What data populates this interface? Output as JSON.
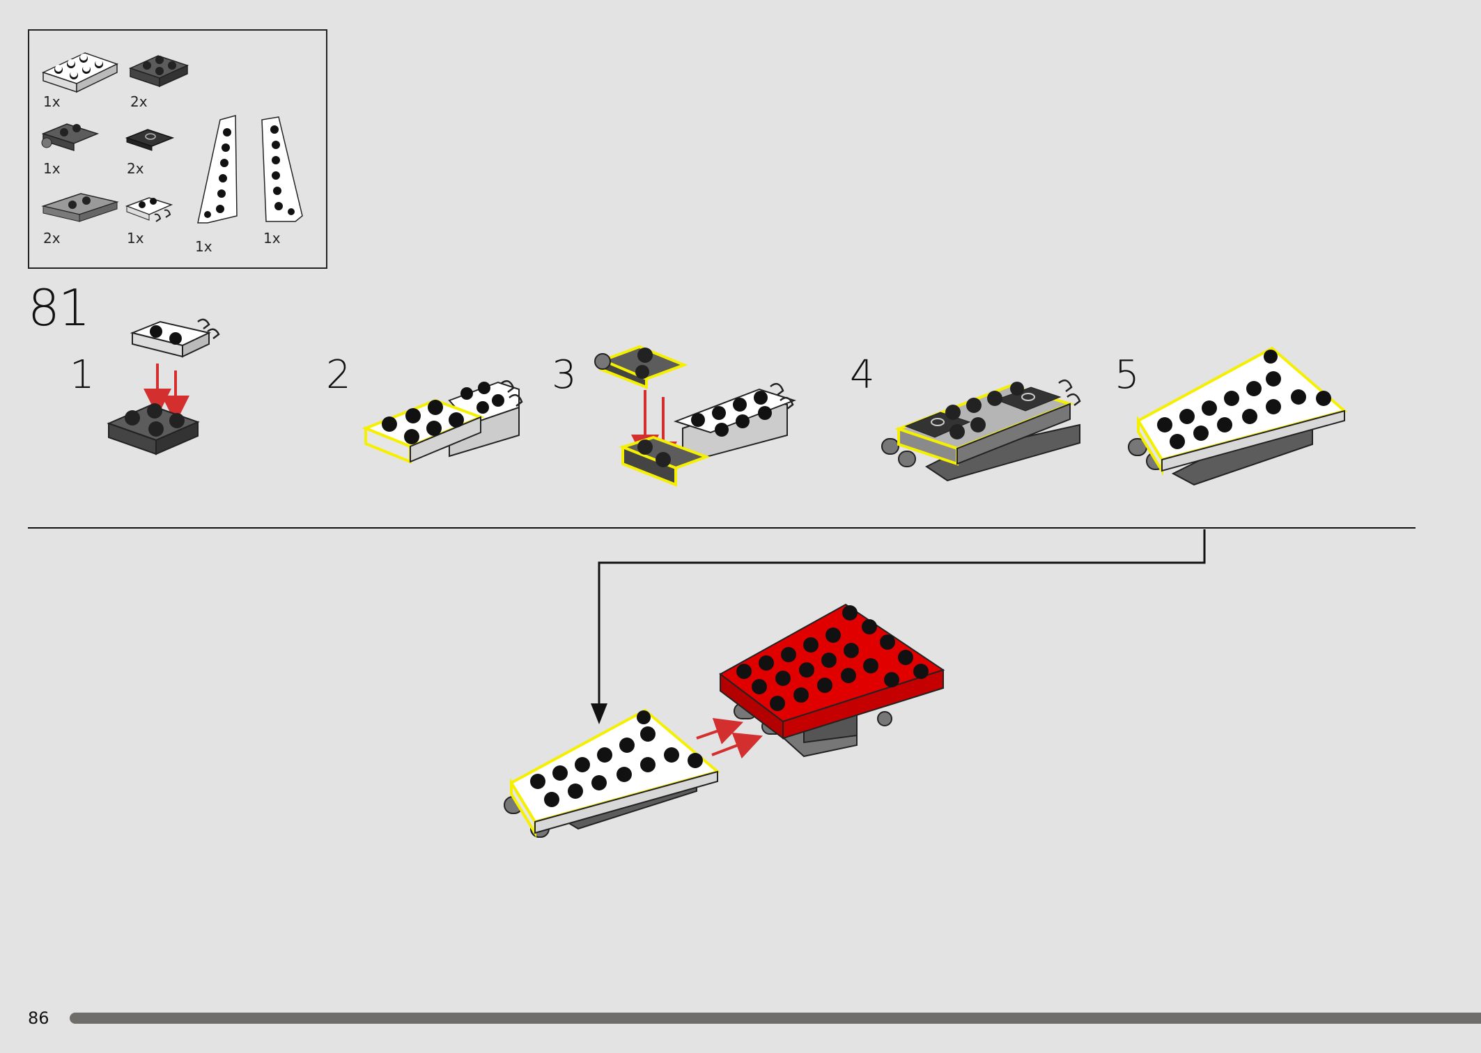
{
  "parts": [
    {
      "name": "white-plate-2x3",
      "qty": "1x"
    },
    {
      "name": "dark-grey-plate-2x2",
      "qty": "2x"
    },
    {
      "name": "dark-grey-plate-with-bar",
      "qty": "1x"
    },
    {
      "name": "black-tile-with-stud",
      "qty": "2x"
    },
    {
      "name": "grey-jumper-plate",
      "qty": "2x"
    },
    {
      "name": "white-plate-with-clips",
      "qty": "1x"
    },
    {
      "name": "white-wedge-plate-left",
      "qty": "1x"
    },
    {
      "name": "white-wedge-plate-right",
      "qty": "1x"
    }
  ],
  "step_number": "81",
  "substeps": [
    "1",
    "2",
    "3",
    "4",
    "5"
  ],
  "page_number": "86",
  "colors": {
    "background": "#e3e3e3",
    "highlight": "#f5ef00",
    "arrow": "#d32f2f",
    "red_brick": "#e00000",
    "dark_grey": "#5a5a5a",
    "progress": "#6e6d69"
  }
}
